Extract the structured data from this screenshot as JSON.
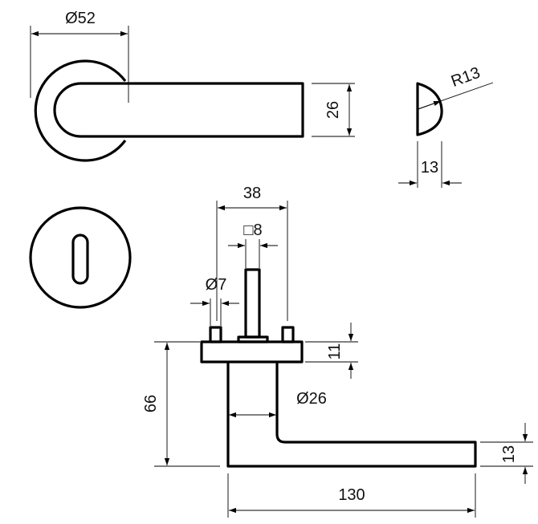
{
  "dimensions": {
    "rose_diameter": "Ø52",
    "lever_thickness": "26",
    "tip_radius": "R13",
    "tip_depth": "13",
    "rose_base_width": "38",
    "spindle_square": "□8",
    "screw_diameter": "Ø7",
    "rose_height": "11",
    "lever_height": "66",
    "neck_diameter": "Ø26",
    "lever_bottom_thickness": "13",
    "lever_length": "130"
  }
}
